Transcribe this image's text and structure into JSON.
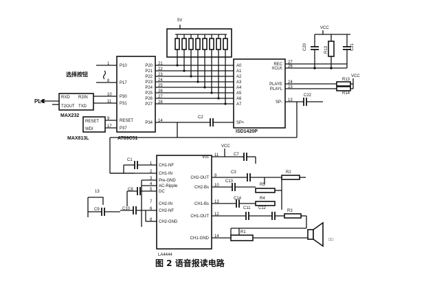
{
  "caption": "图 2   语音报读电路",
  "supply": {
    "v5": "5V",
    "vcc_top": "VCC",
    "vcc_right": "VCC",
    "vcc_lm": "VCC"
  },
  "left_signals": {
    "plc": "PLC",
    "select": "选择按钮"
  },
  "max232": {
    "name": "MAX232",
    "pins": [
      "RXD",
      "TXD",
      "R2IN",
      "T2OUT"
    ]
  },
  "max1813": {
    "name": "MAX813L",
    "pins": [
      "RESET",
      "WDI"
    ]
  },
  "mcu": {
    "name": "AT89C51",
    "left_pins": [
      "P10",
      "P17",
      "P30",
      "P31",
      "RESET",
      "P37"
    ],
    "left_nums": [
      "1",
      "8",
      "10",
      "11",
      "9",
      "17"
    ],
    "right_pins": [
      "P20",
      "P21",
      "P22",
      "P23",
      "P24",
      "P25",
      "P26",
      "P27",
      "P34"
    ],
    "right_nums": [
      "21",
      "22",
      "23",
      "24",
      "25",
      "26",
      "27",
      "28",
      "14"
    ]
  },
  "isd": {
    "name": "ISD1420P",
    "left_pins": [
      "A0",
      "A1",
      "A2",
      "A3",
      "A4",
      "A5",
      "A6",
      "A7",
      "SP+"
    ],
    "right_pins": [
      "REC",
      "XCLK",
      "PLAYE",
      "PLAYL",
      "SP-"
    ],
    "right_nums": [
      "27",
      "26",
      "24",
      "23",
      "13"
    ]
  },
  "amp": {
    "name": "LA4444",
    "left_pins": [
      "CH1-NF",
      "CH1-IN",
      "Pre-GND",
      "AC-Ripple",
      "DC",
      "CH2-IN",
      "CH2-NF",
      "CH2-GND"
    ],
    "left_nums": [
      "1",
      "2",
      "3",
      "4",
      "5",
      "7",
      "6",
      "8"
    ],
    "right_pins": [
      "Vcc",
      "CH2-OUT",
      "CH2-Bs",
      "CH1-Bs",
      "CH1-OUT",
      "CH1-GND"
    ],
    "right_nums": [
      "11",
      "9",
      "10",
      "13",
      "12",
      "14"
    ]
  },
  "components": {
    "c20": "C20",
    "r13": "R13",
    "c21": "C21",
    "c22": "C22",
    "r13b": "R13",
    "r14": "R14",
    "c1": "C1",
    "c2": "C2",
    "c3": "C3",
    "c7": "C7",
    "c8": "C8",
    "c9": "C9",
    "c10": "C10",
    "c11": "C11",
    "c12": "C12",
    "c13": "C13",
    "c14": "C14",
    "r1": "R1",
    "r2": "R2",
    "r3": "R3",
    "r4": "R4",
    "r5": "R5",
    "num13": "13"
  }
}
